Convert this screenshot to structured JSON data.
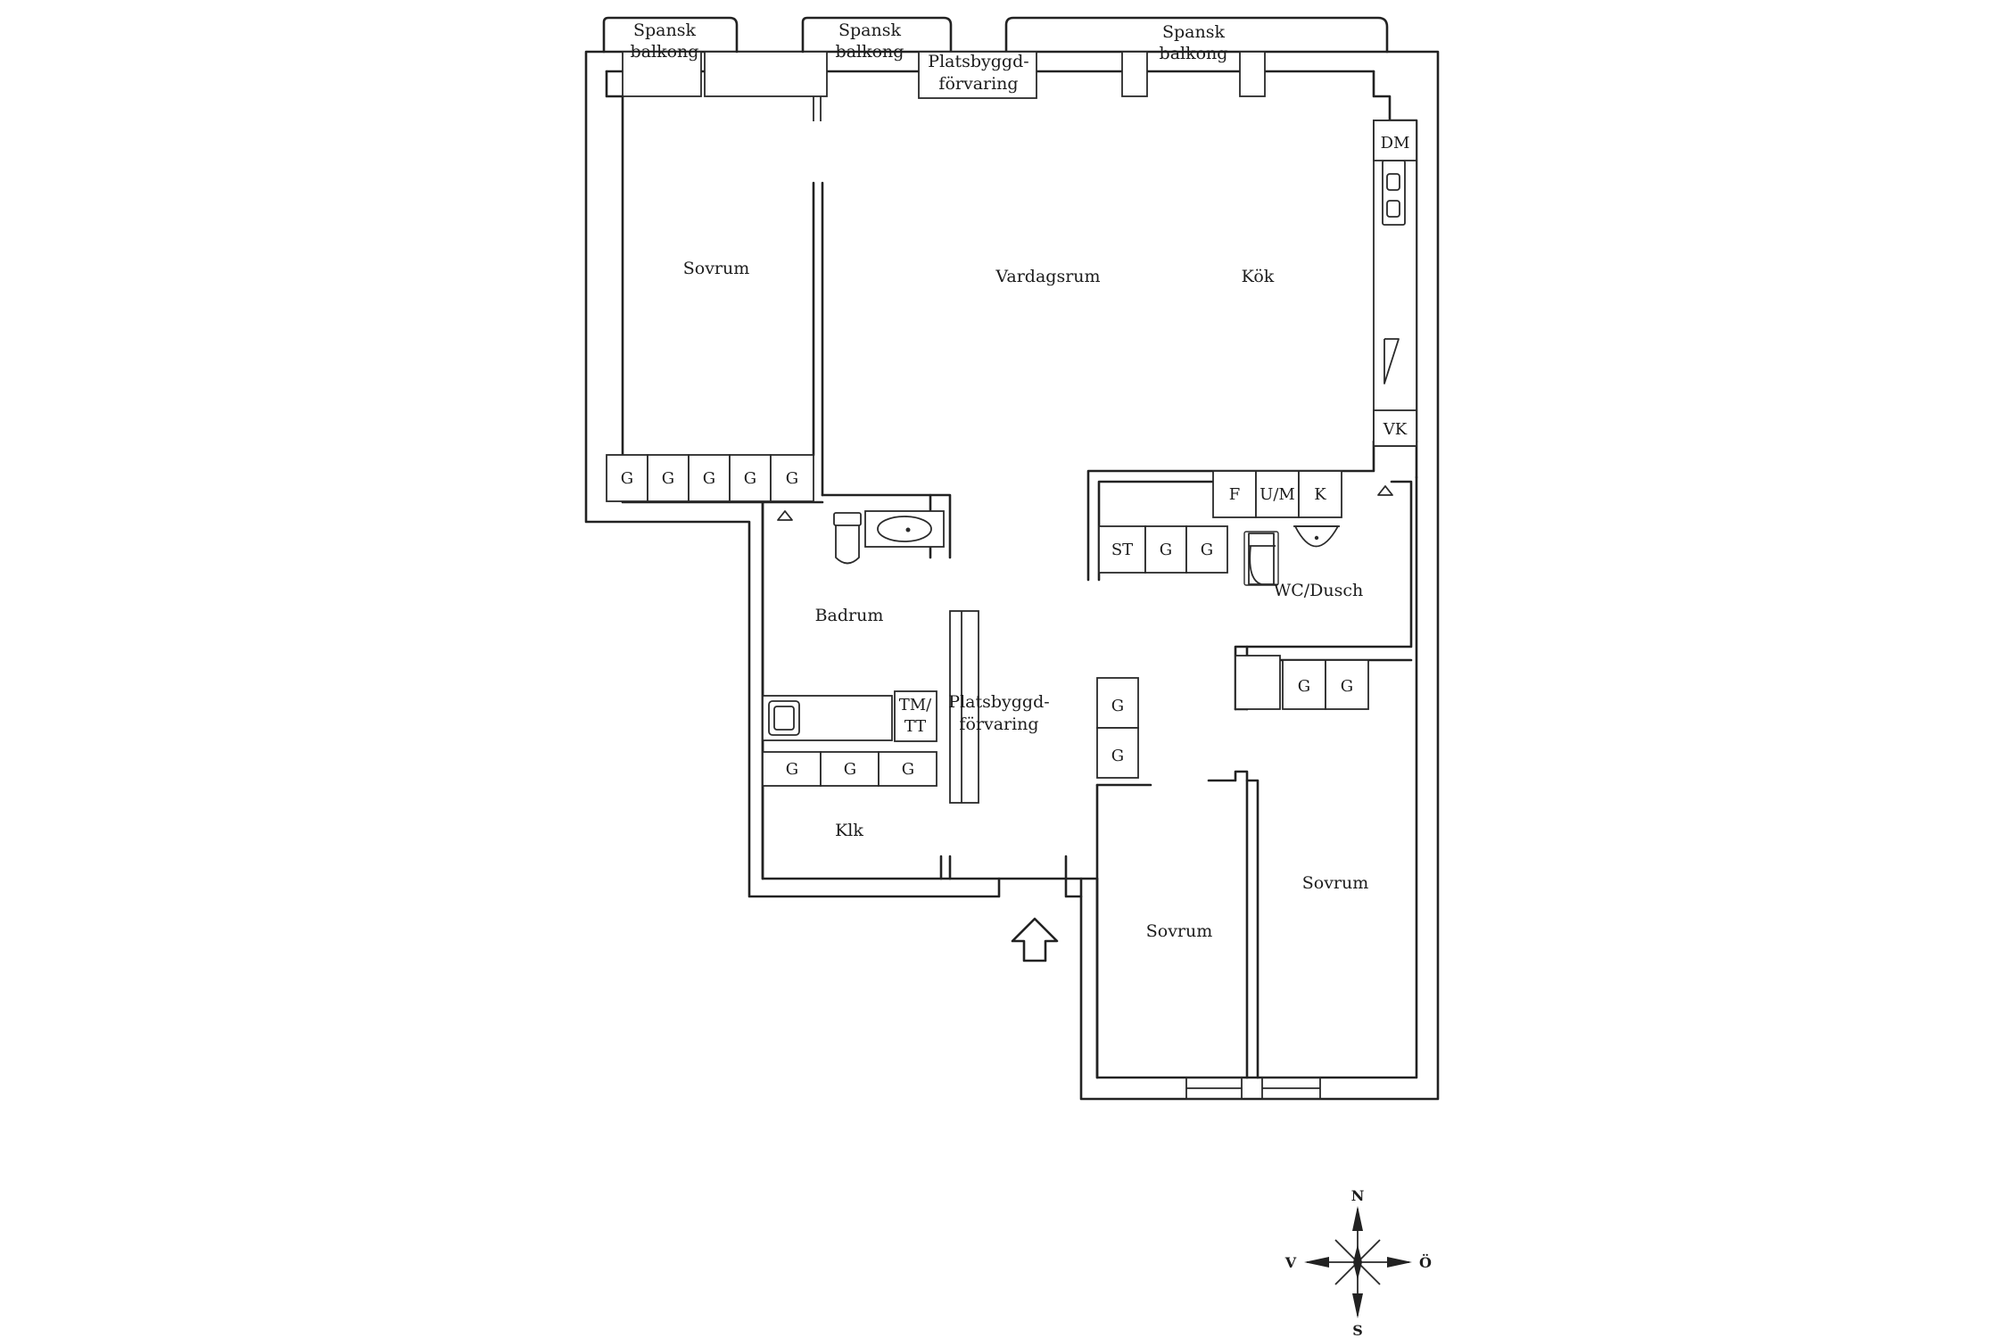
{
  "rooms": {
    "bedroom_west": "Sovrum",
    "living_room": "Vardagsrum",
    "kitchen": "Kök",
    "bathroom": "Badrum",
    "wc_shower": "WC/Dusch",
    "hall_closet": "Klk",
    "bedroom_middle": "Sovrum",
    "bedroom_east": "Sovrum"
  },
  "balconies": [
    {
      "line1": "Spansk",
      "line2": "balkong"
    },
    {
      "line1": "Spansk",
      "line2": "balkong"
    },
    {
      "line1": "Spansk",
      "line2": "balkong"
    }
  ],
  "storage_top": {
    "line1": "Platsbyggd-",
    "line2": "förvaring"
  },
  "storage_center": {
    "line1": "Platsbyggd-",
    "line2": "förvaring"
  },
  "appliances": {
    "dishwasher": "DM",
    "hob": "VK",
    "fridge": "F",
    "oven_microwave": "U/M",
    "freezer": "K",
    "washer_dryer_line1": "TM/",
    "washer_dryer_line2": "TT",
    "closet_st": "ST"
  },
  "wardrobe_label": "G",
  "wardrobes_bedroom_west": [
    "G",
    "G",
    "G",
    "G",
    "G"
  ],
  "wardrobes_hall": [
    "G",
    "G"
  ],
  "wardrobes_bath": [
    "G",
    "G",
    "G"
  ],
  "wardrobes_column": [
    "G",
    "G"
  ],
  "wardrobes_east": [
    "G",
    "G"
  ],
  "compass": {
    "north": "N",
    "south": "S",
    "west": "V",
    "east": "Ö"
  }
}
